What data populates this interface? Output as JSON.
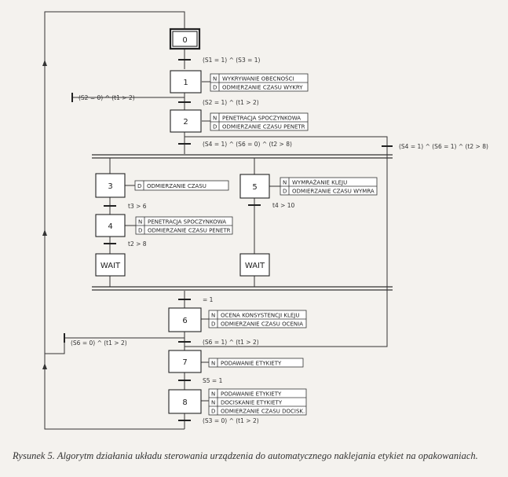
{
  "steps": [
    {
      "id": "s0",
      "label": "0"
    },
    {
      "id": "s1",
      "label": "1"
    },
    {
      "id": "s2",
      "label": "2"
    },
    {
      "id": "s3",
      "label": "3"
    },
    {
      "id": "s4",
      "label": "4"
    },
    {
      "id": "s5",
      "label": "5"
    },
    {
      "id": "s6",
      "label": "6"
    },
    {
      "id": "s7",
      "label": "7"
    },
    {
      "id": "s8",
      "label": "8"
    },
    {
      "id": "w1",
      "label": "WAIT"
    },
    {
      "id": "w2",
      "label": "WAIT"
    }
  ],
  "actions": {
    "s1": [
      {
        "q": "N",
        "text": "WYKRYWANIE OBECNOŚCI"
      },
      {
        "q": "D",
        "text": "ODMIERZANIE CZASU WYKRY"
      }
    ],
    "s2": [
      {
        "q": "N",
        "text": "PENETRACJA SPOCZYNKOWA"
      },
      {
        "q": "D",
        "text": "ODMIERZANIE CZASU PENETR"
      }
    ],
    "s3": [
      {
        "q": "D",
        "text": "ODMIERZANIE CZASU"
      }
    ],
    "s4": [
      {
        "q": "N",
        "text": "PENETRACJA SPOCZYNKOWA"
      },
      {
        "q": "D",
        "text": "ODMIERZANIE CZASU PENETR"
      }
    ],
    "s5": [
      {
        "q": "N",
        "text": "WYMRAŻANIE KLEJU"
      },
      {
        "q": "D",
        "text": "ODMIERZANIE CZASU WYMRA"
      }
    ],
    "s6": [
      {
        "q": "N",
        "text": "OCENA KONSYSTENCJI KLEJU"
      },
      {
        "q": "D",
        "text": "ODMIERZANIE CZASU OCENIA"
      }
    ],
    "s7": [
      {
        "q": "N",
        "text": "PODAWANIE ETYKIETY"
      }
    ],
    "s8": [
      {
        "q": "N",
        "text": "PODAWANIE ETYKIETY"
      },
      {
        "q": "N",
        "text": "DOCISKANIE ETYKIETY"
      },
      {
        "q": "D",
        "text": "ODMIERZANIE CZASU DOCISK."
      }
    ]
  },
  "transitions": {
    "t01": "(S1 = 1) ^ (S3 = 1)",
    "t12": "(S2 = 1) ^ (t1 > 2)",
    "t10": "(S2 = 0) ^ (t1 > 2)",
    "t2par": "(S4 = 1) ^ (S6 = 0) ^ (t2 > 8)",
    "t2skip": "(S4 = 1) ^ (S6 = 1) ^ (t2 > 8)",
    "t34": "t3 > 6",
    "t4w": "t2 > 8",
    "t5w": "t4 > 10",
    "tjoin": "= 1",
    "t67": "(S6 = 1) ^ (t1 > 2)",
    "t60": "(S6 = 0) ^ (t1 > 2)",
    "t78": "S5 = 1",
    "t80": "(S3 = 0) ^ (t1 > 2)"
  },
  "caption": "Rysunek 5. Algorytm działania układu sterowania urządzenia do automatycznego naklejania etykiet na opakowaniach.",
  "colors": {
    "ink": "#333333",
    "background": "#f4f2ee"
  }
}
